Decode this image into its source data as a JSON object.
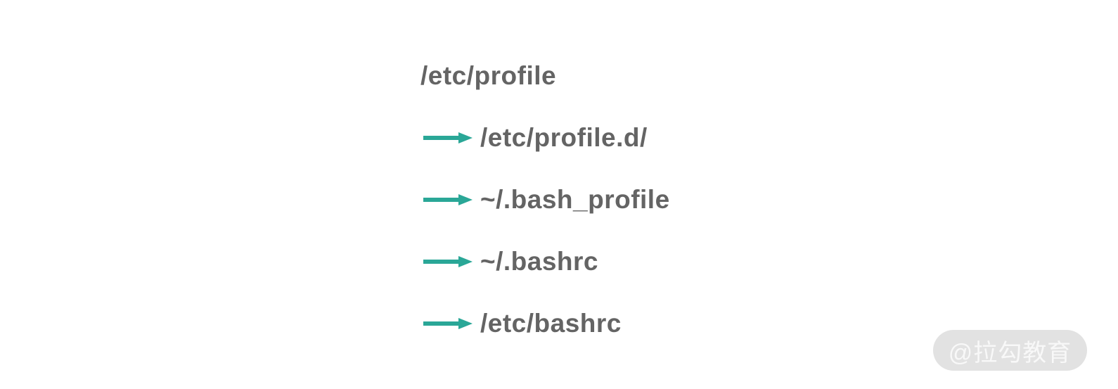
{
  "title": "/etc/profile",
  "rows": [
    {
      "label": "/etc/profile.d/"
    },
    {
      "label": "~/.bash_profile"
    },
    {
      "label": "~/.bashrc"
    },
    {
      "label": "/etc/bashrc"
    }
  ],
  "watermark": {
    "label": "@拉勾教育"
  },
  "icons": {
    "arrow": "right-arrow-icon"
  },
  "colors": {
    "arrow": "#2aa797",
    "text": "#646464",
    "watermark_bg": "#e2e2e2",
    "watermark_text": "#f8f8f8"
  }
}
